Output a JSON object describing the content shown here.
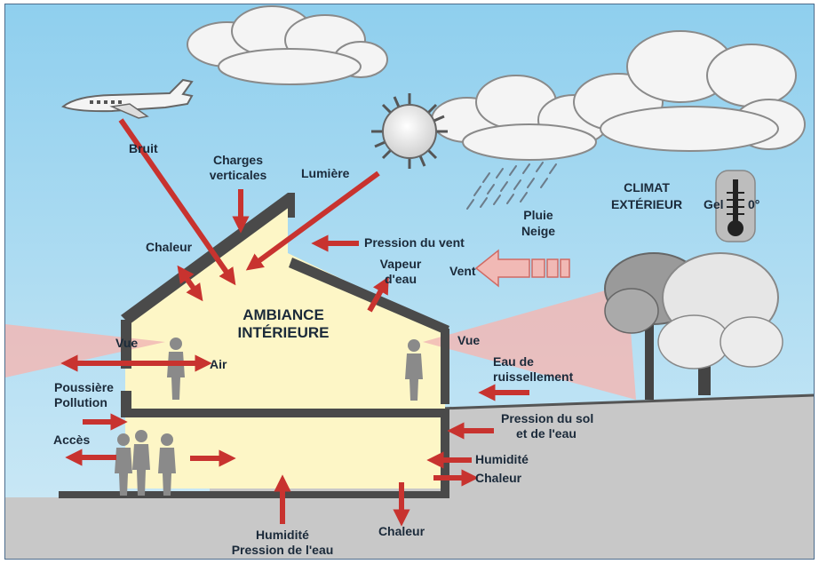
{
  "labels": {
    "bruit": "Bruit",
    "charges_1": "Charges",
    "charges_2": "verticales",
    "lumiere": "Lumière",
    "chaleur_roof": "Chaleur",
    "pression_vent": "Pression du vent",
    "vapeur_1": "Vapeur",
    "vapeur_2": "d'eau",
    "vent": "Vent",
    "pluie": "Pluie",
    "neige": "Neige",
    "climat_1": "CLIMAT",
    "climat_2": "EXTÉRIEUR",
    "gel": "Gel",
    "zero": "0°",
    "ambiance_1": "AMBIANCE",
    "ambiance_2": "INTÉRIEURE",
    "vue_left": "Vue",
    "air": "Air",
    "vue_right": "Vue",
    "eau_1": "Eau de",
    "eau_2": "ruissellement",
    "poussiere": "Poussière",
    "pollution": "Pollution",
    "pression_sol_1": "Pression du sol",
    "pression_sol_2": "et de l'eau",
    "acces": "Accès",
    "humidite_right": "Humidité",
    "chaleur_right": "Chaleur",
    "humidite_bottom": "Humidité",
    "pression_eau": "Pression de l'eau",
    "chaleur_bottom": "Chaleur"
  },
  "colors": {
    "sky": "#a9d9ef",
    "ground": "#c8c8c8",
    "interior": "#fdf6c6",
    "wall": "#4a4a4a",
    "arrow": "#c8332f",
    "beam": "#f1b9b5",
    "cloud": "#f4f4f4",
    "person": "#8a8a8a"
  }
}
